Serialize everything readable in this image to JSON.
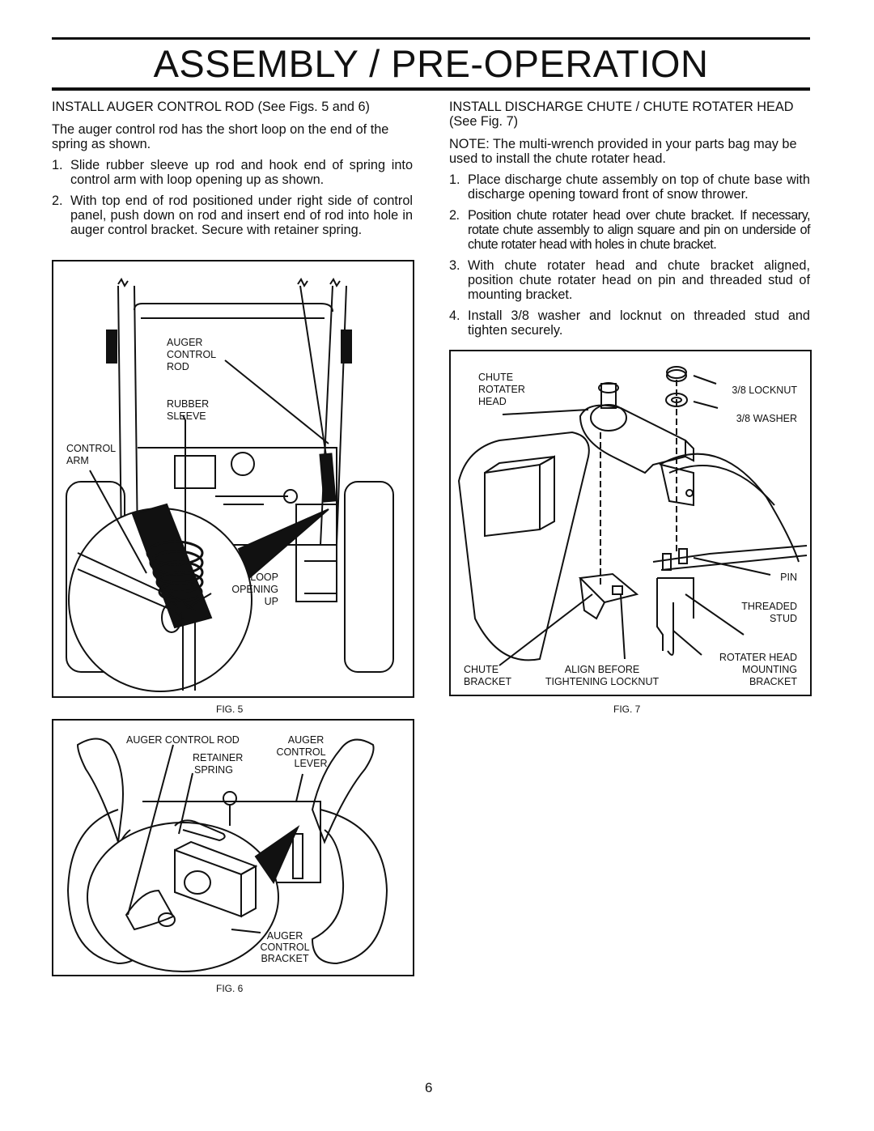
{
  "page": {
    "title": "ASSEMBLY / PRE-OPERATION",
    "page_number": "6"
  },
  "left": {
    "heading": "INSTALL AUGER CONTROL ROD (See Figs. 5 and 6)",
    "intro": "The auger control rod has the short loop on the end of the spring as shown.",
    "steps": [
      {
        "num": "1.",
        "text": "Slide rubber sleeve up rod and hook end of spring into control arm with loop opening up as shown."
      },
      {
        "num": "2.",
        "text": "With top end of rod positioned under right side of control panel, push down on rod and insert end of rod into hole in auger control bracket. Secure with retainer spring."
      }
    ]
  },
  "right": {
    "heading": "INSTALL DISCHARGE CHUTE / CHUTE ROTATER HEAD (See Fig. 7)",
    "note": "NOTE: The multi-wrench provided in your parts bag may be used to install the chute rotater head.",
    "steps": [
      {
        "num": "1.",
        "text": "Place discharge chute assembly on top of chute base with discharge opening toward front of snow thrower."
      },
      {
        "num": "2.",
        "text": "Position chute rotater head over chute bracket. If necessary, rotate chute assembly to align square and pin on underside of chute rotater head with holes in chute bracket."
      },
      {
        "num": "3.",
        "text": "With chute rotater head and chute bracket aligned, position chute rotater head on pin and threaded stud of mounting bracket."
      },
      {
        "num": "4.",
        "text": "Install 3/8 washer and locknut on threaded stud and tighten securely."
      }
    ]
  },
  "fig5": {
    "caption": "FIG. 5",
    "labels": {
      "auger_control_rod": [
        "AUGER",
        "CONTROL",
        "ROD"
      ],
      "rubber_sleeve": [
        "RUBBER",
        "SLEEVE"
      ],
      "control_arm": [
        "CONTROL",
        "ARM"
      ],
      "loop_opening_up": [
        "LOOP",
        "OPENING",
        "UP"
      ]
    }
  },
  "fig6": {
    "caption": "FIG. 6",
    "labels": {
      "auger_control_rod": [
        "AUGER CONTROL ROD"
      ],
      "retainer_spring": [
        "RETAINER",
        "SPRING"
      ],
      "auger_control_lever": [
        "AUGER",
        "CONTROL",
        "LEVER"
      ],
      "auger_control_bracket": [
        "AUGER",
        "CONTROL",
        "BRACKET"
      ]
    }
  },
  "fig7": {
    "caption": "FIG. 7",
    "labels": {
      "chute_rotater_head": [
        "CHUTE",
        "ROTATER",
        "HEAD"
      ],
      "locknut": [
        "3/8 LOCKNUT"
      ],
      "washer": [
        "3/8 WASHER"
      ],
      "pin": [
        "PIN"
      ],
      "threaded_stud": [
        "THREADED",
        "STUD"
      ],
      "chute_bracket": [
        "CHUTE",
        "BRACKET"
      ],
      "align_before": [
        "ALIGN BEFORE",
        "TIGHTENING LOCKNUT"
      ],
      "rotater_head_mounting_bracket": [
        "ROTATER HEAD",
        "MOUNTING",
        "BRACKET"
      ]
    }
  }
}
